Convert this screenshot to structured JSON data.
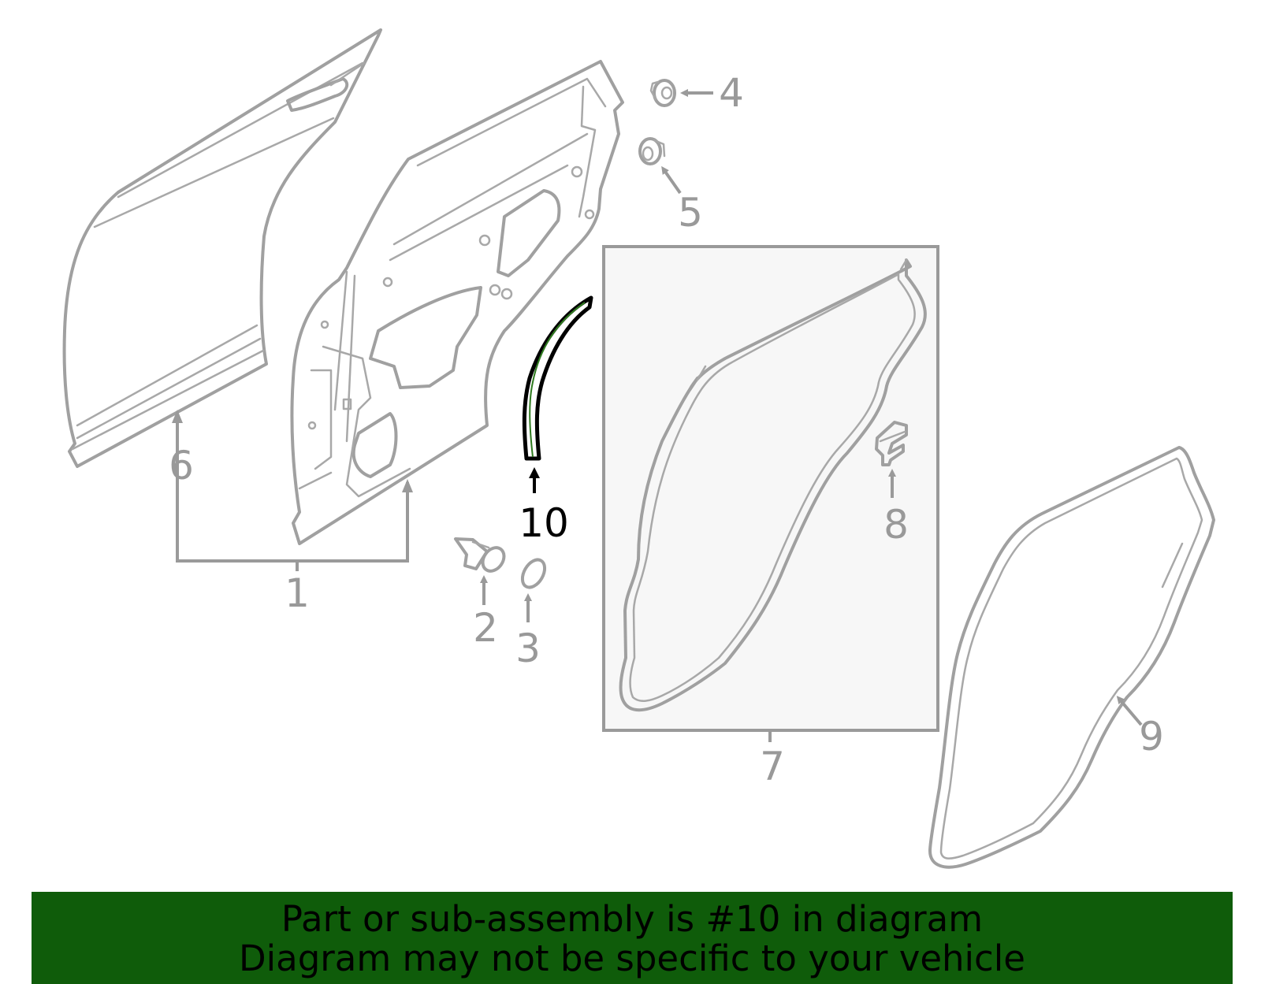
{
  "callouts": {
    "c1": "1",
    "c2": "2",
    "c3": "3",
    "c4": "4",
    "c5": "5",
    "c6": "6",
    "c7": "7",
    "c8": "8",
    "c9": "9",
    "c10": "10"
  },
  "highlighted_part": "10",
  "banner": {
    "line1": "Part or sub-assembly is #10 in diagram",
    "line2": "Diagram may not be specific to your vehicle"
  },
  "colors": {
    "banner_bg": "#0f5c0a",
    "part_stroke": "#a0a0a0",
    "highlight_stroke": "#000000",
    "highlight_inner": "#2f7a1f",
    "group_box_bg": "#f7f7f7"
  }
}
